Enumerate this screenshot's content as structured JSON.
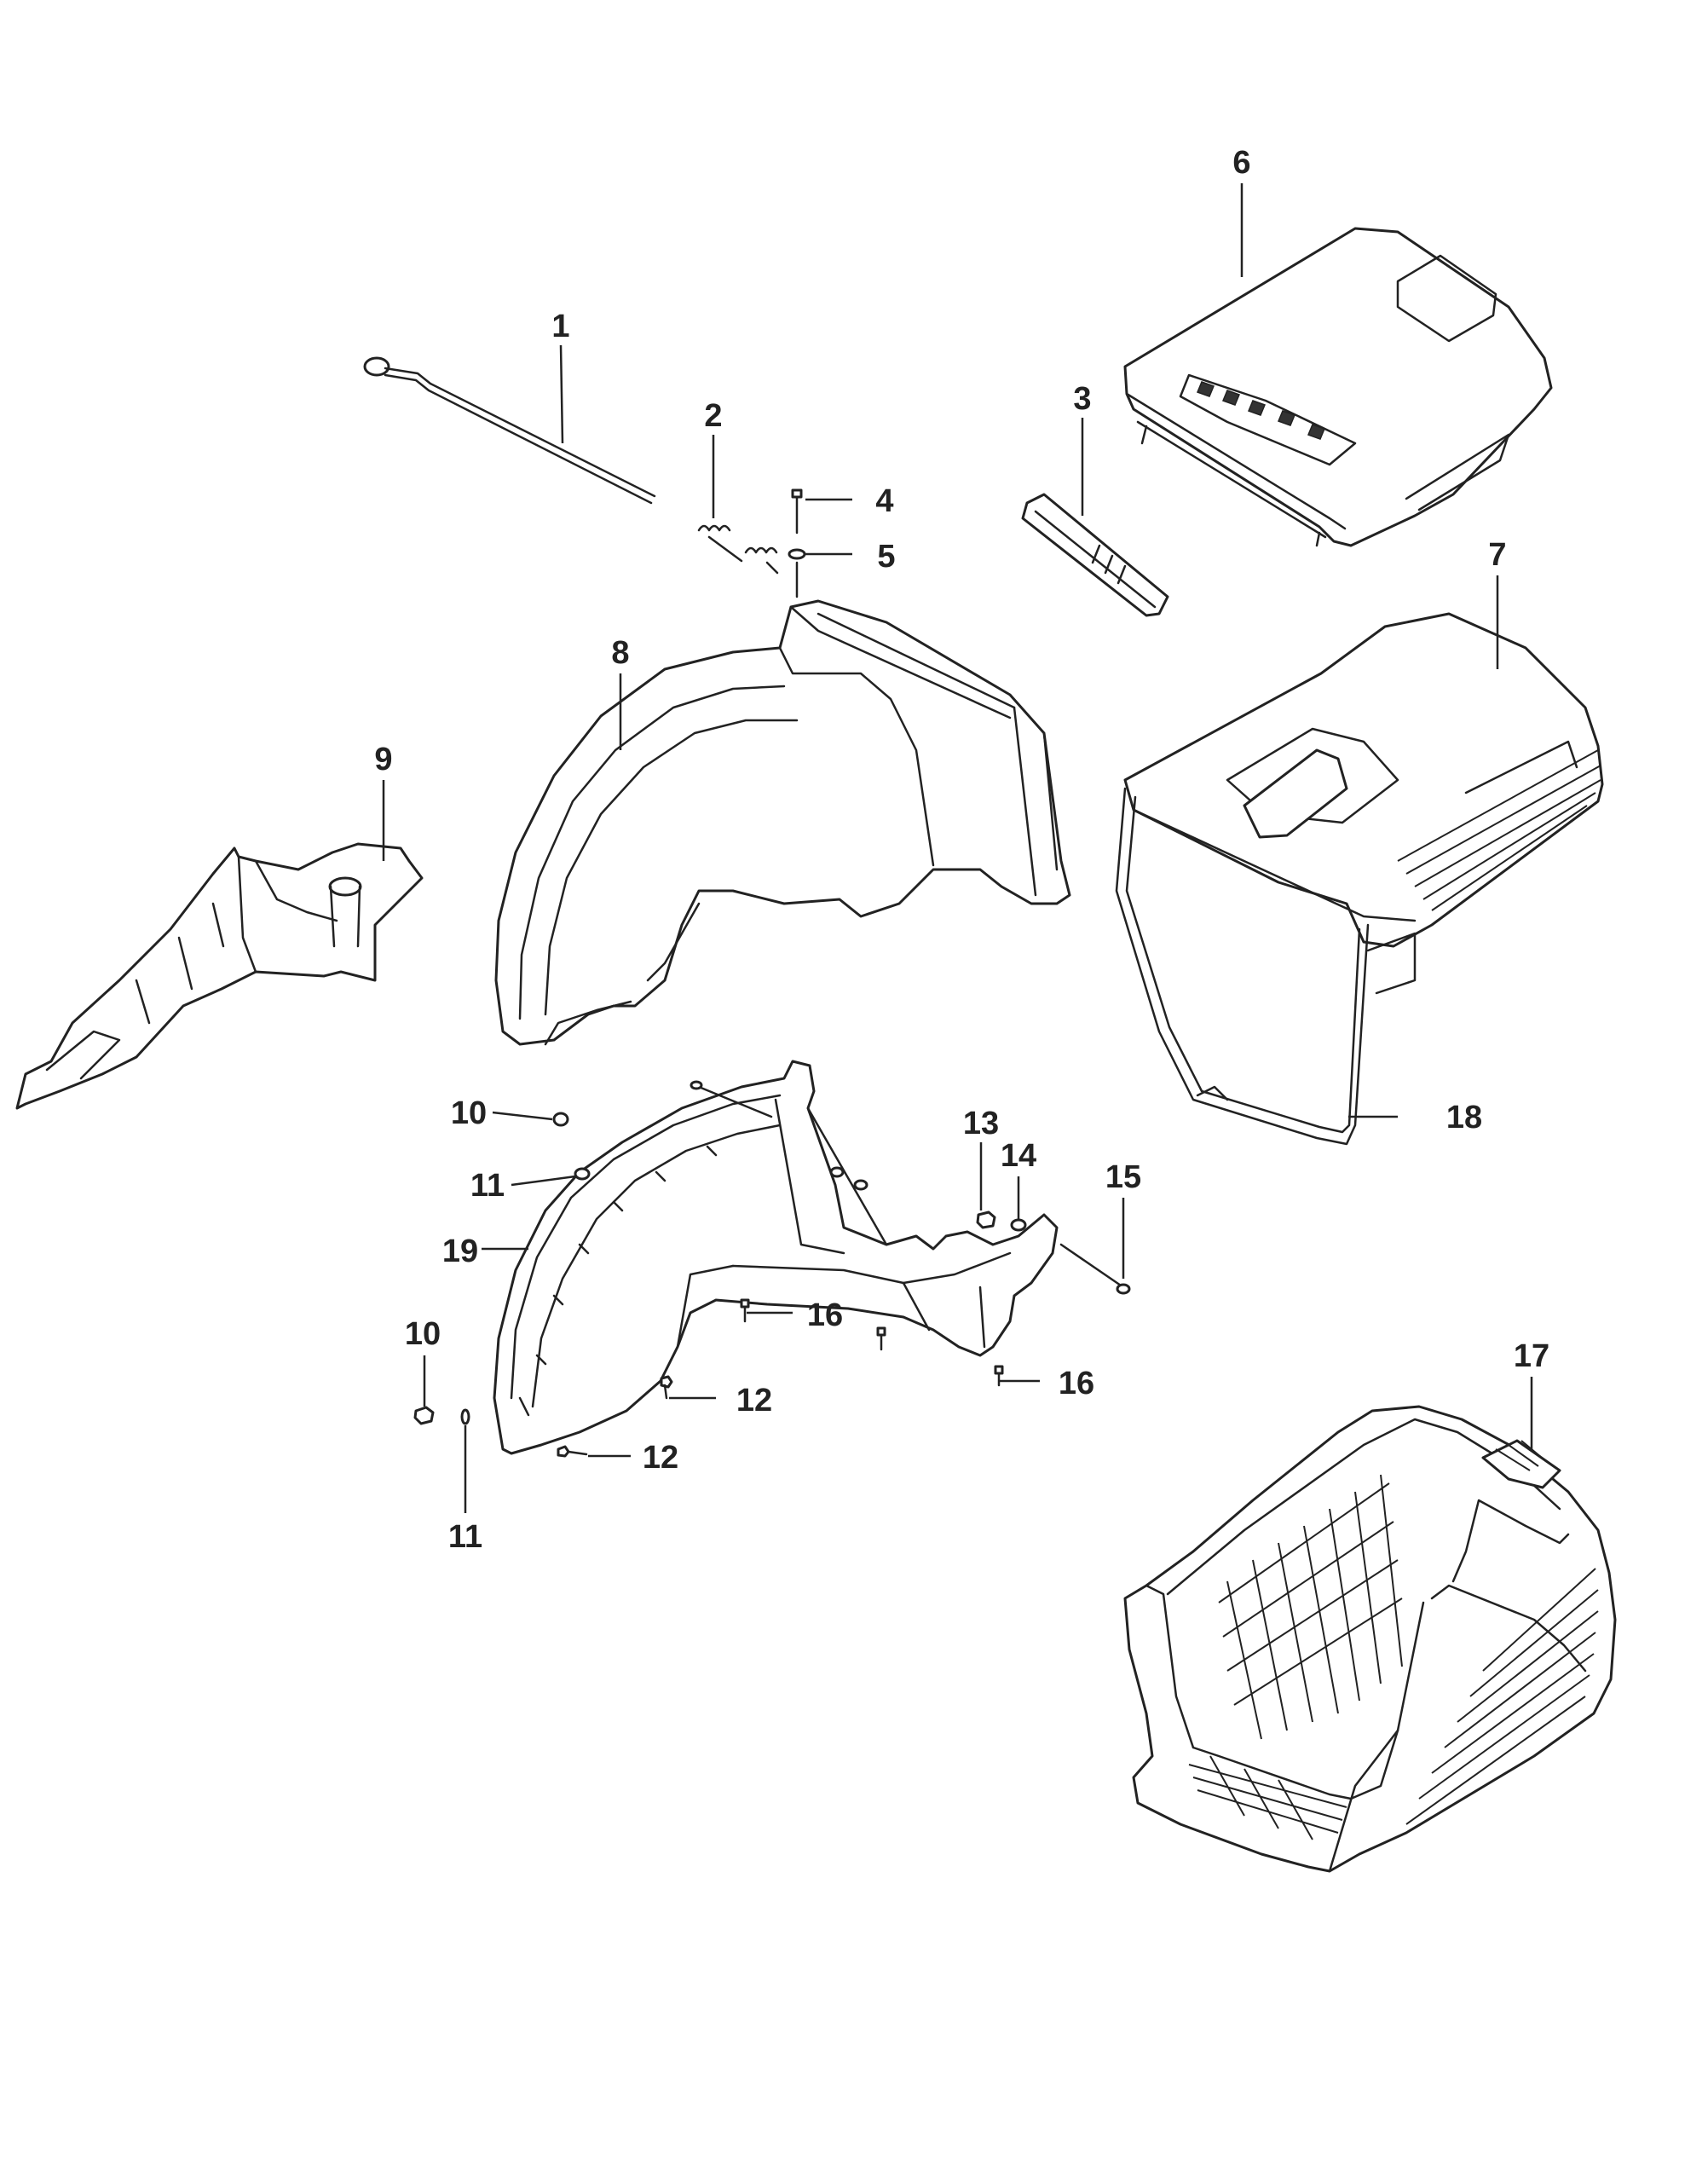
{
  "diagram": {
    "colors": {
      "ink": "#222222",
      "background": "#ffffff"
    },
    "callouts": [
      {
        "id": "c1",
        "text": "1"
      },
      {
        "id": "c2",
        "text": "2"
      },
      {
        "id": "c3",
        "text": "3"
      },
      {
        "id": "c4",
        "text": "4"
      },
      {
        "id": "c5",
        "text": "5"
      },
      {
        "id": "c6",
        "text": "6"
      },
      {
        "id": "c7",
        "text": "7"
      },
      {
        "id": "c8",
        "text": "8"
      },
      {
        "id": "c9",
        "text": "9"
      },
      {
        "id": "c10a",
        "text": "10"
      },
      {
        "id": "c10b",
        "text": "10"
      },
      {
        "id": "c11a",
        "text": "11"
      },
      {
        "id": "c11b",
        "text": "11"
      },
      {
        "id": "c12a",
        "text": "12"
      },
      {
        "id": "c12b",
        "text": "12"
      },
      {
        "id": "c13",
        "text": "13"
      },
      {
        "id": "c14",
        "text": "14"
      },
      {
        "id": "c15",
        "text": "15"
      },
      {
        "id": "c16a",
        "text": "16"
      },
      {
        "id": "c16b",
        "text": "16"
      },
      {
        "id": "c17",
        "text": "17"
      },
      {
        "id": "c18",
        "text": "18"
      },
      {
        "id": "c19",
        "text": "19"
      }
    ]
  }
}
